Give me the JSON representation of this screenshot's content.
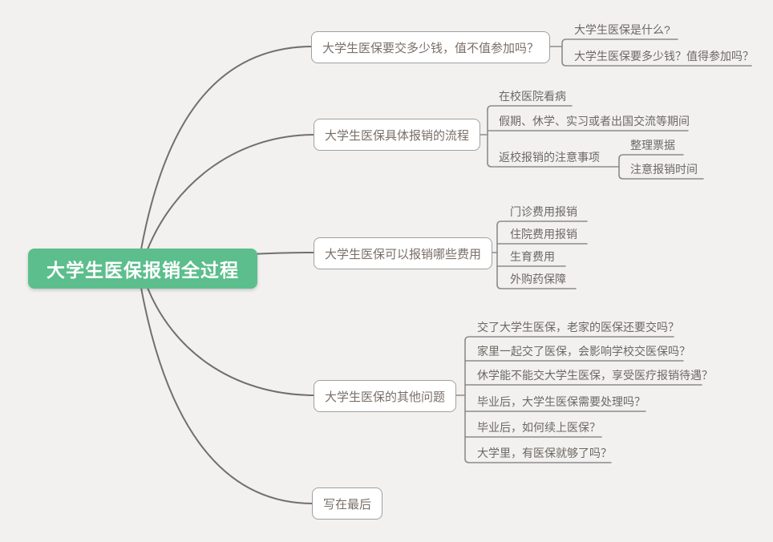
{
  "root": {
    "label": "大学生医保报销全过程"
  },
  "branches": [
    {
      "label": "大学生医保要交多少钱，值不值参加吗？",
      "children": [
        {
          "label": "大学生医保是什么?"
        },
        {
          "label": "大学生医保要多少钱？值得参加吗？"
        }
      ]
    },
    {
      "label": "大学生医保具体报销的流程",
      "children": [
        {
          "label": "在校医院看病"
        },
        {
          "label": "假期、休学、实习或者出国交流等期间"
        },
        {
          "label": "返校报销的注意事项",
          "children": [
            {
              "label": "整理票据"
            },
            {
              "label": "注意报销时间"
            }
          ]
        }
      ]
    },
    {
      "label": "大学生医保可以报销哪些费用",
      "children": [
        {
          "label": "门诊费用报销"
        },
        {
          "label": "住院费用报销"
        },
        {
          "label": "生育费用"
        },
        {
          "label": "外购药保障"
        }
      ]
    },
    {
      "label": "大学生医保的其他问题",
      "children": [
        {
          "label": "交了大学生医保，老家的医保还要交吗？"
        },
        {
          "label": "家里一起交了医保，会影响学校交医保吗？"
        },
        {
          "label": "休学能不能交大学生医保，享受医疗报销待遇？"
        },
        {
          "label": "毕业后，大学生医保需要处理吗？"
        },
        {
          "label": "毕业后，如何续上医保？"
        },
        {
          "label": "大学里，有医保就够了吗？"
        }
      ]
    },
    {
      "label": "写在最后",
      "children": []
    }
  ],
  "colors": {
    "background": "#f2f1f0",
    "root_bg": "#5cbe8c",
    "root_text": "#ffffff",
    "branch_border": "#a0a0a0",
    "branch_text": "#7a6f68",
    "leaf_text": "#6c6864",
    "curve_line": "#707070",
    "connector_line": "#8c8c8c"
  }
}
